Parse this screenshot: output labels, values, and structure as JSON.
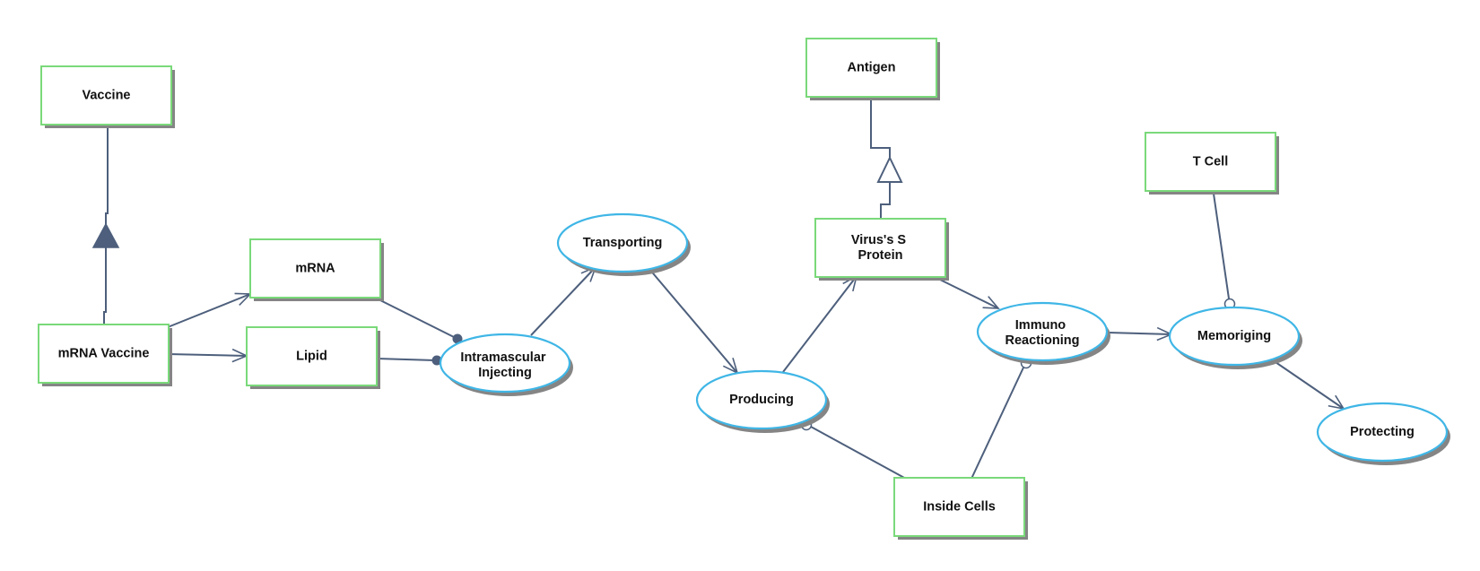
{
  "colors": {
    "object_border": "#7ad97a",
    "process_border": "#3fb6e6",
    "link": "#4d5f7c",
    "shadow": "#858585"
  },
  "diagram": {
    "objects": [
      {
        "id": "vaccine",
        "label": "Vaccine"
      },
      {
        "id": "mrna-vaccine",
        "label": "mRNA Vaccine"
      },
      {
        "id": "mrna",
        "label": "mRNA"
      },
      {
        "id": "lipid",
        "label": "Lipid"
      },
      {
        "id": "antigen",
        "label": "Antigen"
      },
      {
        "id": "virus-s-protein",
        "label": "Virus's S Protein"
      },
      {
        "id": "t-cell",
        "label": "T Cell"
      },
      {
        "id": "inside-cells",
        "label": "Inside Cells"
      }
    ],
    "processes": [
      {
        "id": "intramuscular-injecting",
        "label": "Intramascular Injecting"
      },
      {
        "id": "transporting",
        "label": "Transporting"
      },
      {
        "id": "producing",
        "label": "Producing"
      },
      {
        "id": "immuno-reactioning",
        "label": "Immuno Reactioning"
      },
      {
        "id": "memoriging",
        "label": "Memoriging"
      },
      {
        "id": "protecting",
        "label": "Protecting"
      }
    ],
    "links": [
      {
        "from": "mrna-vaccine",
        "to": "vaccine",
        "type": "generalization"
      },
      {
        "from": "virus-s-protein",
        "to": "antigen",
        "type": "generalization"
      },
      {
        "from": "mrna-vaccine",
        "to": "mrna",
        "type": "result"
      },
      {
        "from": "mrna-vaccine",
        "to": "lipid",
        "type": "result"
      },
      {
        "from": "mrna",
        "to": "intramuscular-injecting",
        "type": "agent"
      },
      {
        "from": "lipid",
        "to": "intramuscular-injecting",
        "type": "agent"
      },
      {
        "from": "intramuscular-injecting",
        "to": "transporting",
        "type": "result"
      },
      {
        "from": "transporting",
        "to": "producing",
        "type": "result"
      },
      {
        "from": "producing",
        "to": "virus-s-protein",
        "type": "result"
      },
      {
        "from": "virus-s-protein",
        "to": "immuno-reactioning",
        "type": "result"
      },
      {
        "from": "immuno-reactioning",
        "to": "memoriging",
        "type": "result"
      },
      {
        "from": "memoriging",
        "to": "protecting",
        "type": "result"
      },
      {
        "from": "t-cell",
        "to": "memoriging",
        "type": "instrument"
      },
      {
        "from": "inside-cells",
        "to": "producing",
        "type": "instrument"
      },
      {
        "from": "inside-cells",
        "to": "immuno-reactioning",
        "type": "instrument"
      }
    ]
  }
}
